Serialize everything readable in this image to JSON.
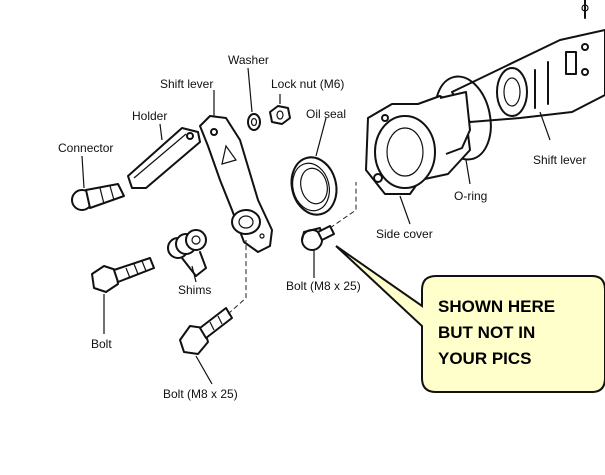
{
  "labels": {
    "washer": "Washer",
    "shift_lever_left": "Shift lever",
    "lock_nut": "Lock nut (M6)",
    "holder": "Holder",
    "oil_seal": "Oil seal",
    "connector": "Connector",
    "shift_lever_right": "Shift lever",
    "o_ring": "O-ring",
    "side_cover": "Side cover",
    "shims": "Shims",
    "bolt_upper": "Bolt (M8 x 25)",
    "bolt_left": "Bolt",
    "bolt_lower": "Bolt (M8 x 25)"
  },
  "callout": {
    "line1": "SHOWN HERE",
    "line2": "BUT NOT IN",
    "line3": "YOUR PICS",
    "fill_color": "#FFFFCC"
  }
}
